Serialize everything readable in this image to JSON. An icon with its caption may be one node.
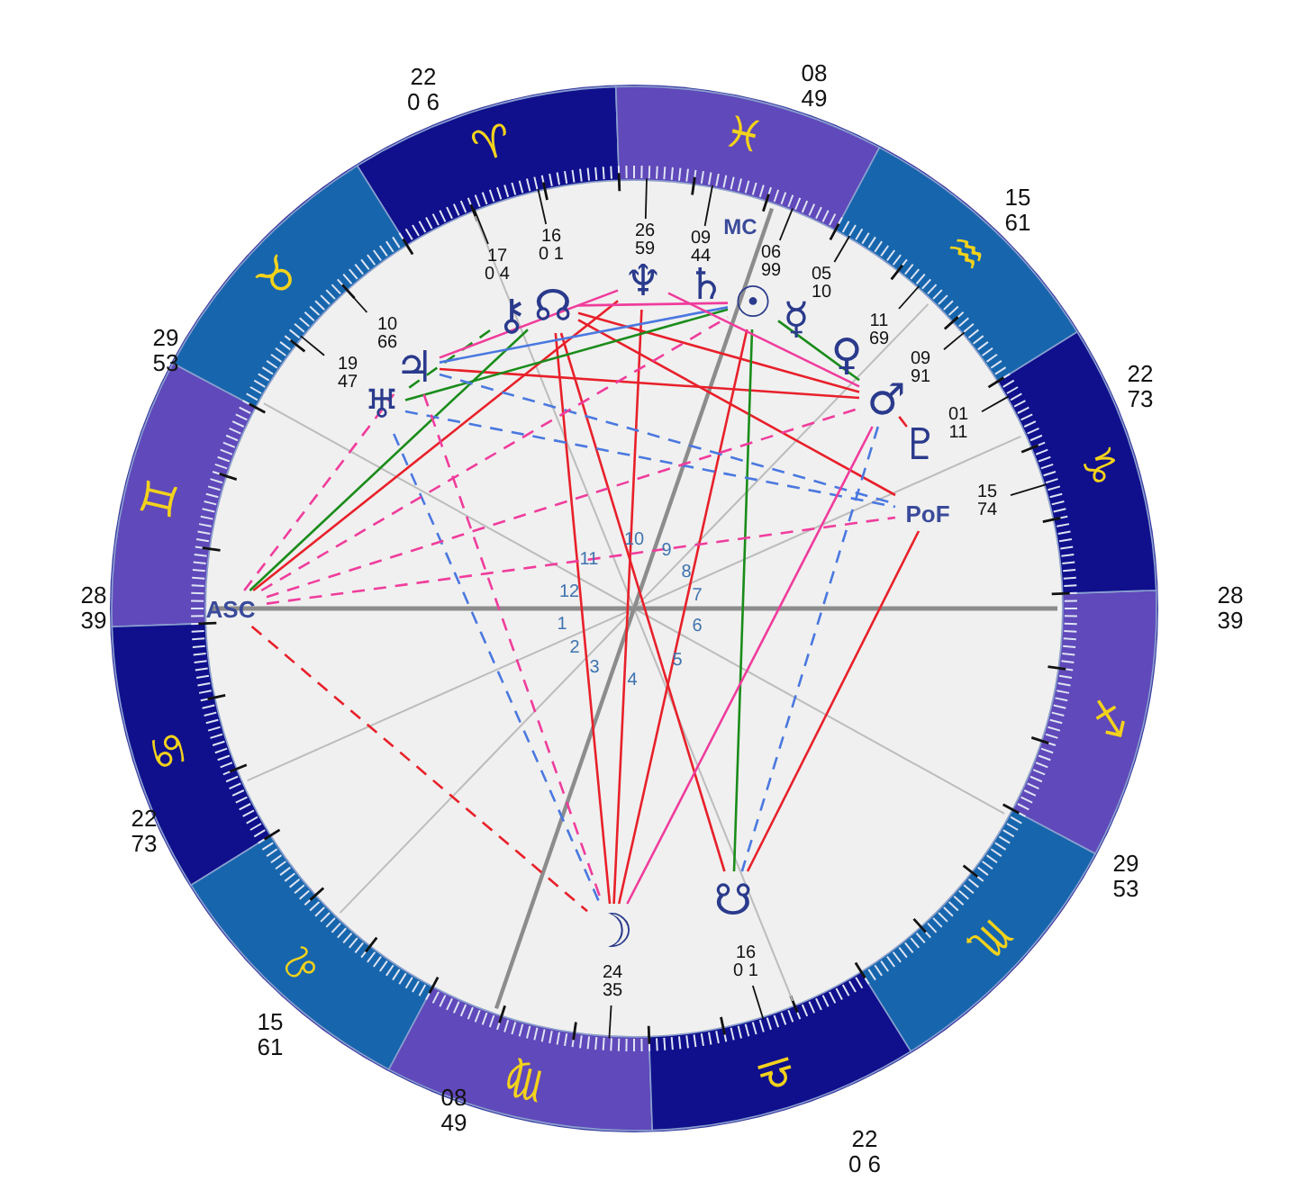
{
  "diagram": {
    "nodes": [
      {
        "text": [
          "ASC"
        ]
      },
      {
        "text": [
          "MC"
        ]
      },
      {
        "text": [
          "☉"
        ]
      },
      {
        "text": [
          "☽"
        ]
      },
      {
        "text": [
          "☿"
        ]
      },
      {
        "text": [
          "♀"
        ]
      },
      {
        "text": [
          "♂"
        ]
      },
      {
        "text": [
          "♃"
        ]
      },
      {
        "text": [
          "♄"
        ]
      },
      {
        "text": [
          "♅"
        ]
      },
      {
        "text": [
          "♆"
        ]
      },
      {
        "text": [
          "♇"
        ]
      },
      {
        "text": [
          "☊"
        ]
      },
      {
        "text": [
          "☋"
        ]
      },
      {
        "text": [
          "⚷"
        ]
      },
      {
        "text": [
          "PoF"
        ]
      },
      {
        "text": [
          "♈"
        ]
      },
      {
        "text": [
          "♉"
        ]
      },
      {
        "text": [
          "♊"
        ]
      },
      {
        "text": [
          "♋"
        ]
      },
      {
        "text": [
          "♌"
        ]
      },
      {
        "text": [
          "♍"
        ]
      },
      {
        "text": [
          "♎"
        ]
      },
      {
        "text": [
          "♏"
        ]
      },
      {
        "text": [
          "♐"
        ]
      },
      {
        "text": [
          "♑"
        ]
      },
      {
        "text": [
          "♒"
        ]
      },
      {
        "text": [
          "♓"
        ]
      },
      {
        "text": [
          "16 0 1"
        ]
      },
      {
        "text": [
          "26 59"
        ]
      },
      {
        "text": [
          "09 44"
        ]
      },
      {
        "text": [
          "17 0 4"
        ]
      },
      {
        "text": [
          "06 99"
        ]
      },
      {
        "text": [
          "05 10"
        ]
      },
      {
        "text": [
          "10 66"
        ]
      },
      {
        "text": [
          "11 69"
        ]
      },
      {
        "text": [
          "19 47"
        ]
      },
      {
        "text": [
          "09 91"
        ]
      },
      {
        "text": [
          "01 11"
        ]
      },
      {
        "text": [
          "15 74"
        ]
      },
      {
        "text": [
          "16 0 1"
        ]
      },
      {
        "text": [
          "24 35"
        ]
      }
    ],
    "edges": [
      {
        "from": 12,
        "to": 3,
        "arrow": "none",
        "color": "#e8202a"
      },
      {
        "from": 12,
        "to": 13,
        "arrow": "none",
        "color": "#e8202a"
      },
      {
        "from": 12,
        "to": 6,
        "arrow": "none",
        "color": "#e8202a"
      },
      {
        "from": 12,
        "to": 15,
        "arrow": "none",
        "color": "#e8202a"
      },
      {
        "from": 7,
        "to": 6,
        "arrow": "none",
        "color": "#e8202a"
      },
      {
        "from": 10,
        "to": 3,
        "arrow": "none",
        "color": "#e8202a"
      },
      {
        "from": 0,
        "to": 10,
        "arrow": "none",
        "color": "#e8202a"
      },
      {
        "from": 15,
        "to": 13,
        "arrow": "none",
        "color": "#e8202a"
      },
      {
        "from": 2,
        "to": 3,
        "arrow": "none",
        "color": "#e8202a"
      },
      {
        "from": 0,
        "to": 3,
        "arrow": "none",
        "style": "dashed",
        "color": "#e8202a"
      },
      {
        "from": 6,
        "to": 11,
        "arrow": "none",
        "style": "dashed",
        "color": "#e8202a"
      },
      {
        "from": 9,
        "to": 2,
        "arrow": "none",
        "color": "#1a8c1a"
      },
      {
        "from": 2,
        "to": 6,
        "arrow": "none",
        "color": "#1a8c1a"
      },
      {
        "from": 2,
        "to": 13,
        "arrow": "none",
        "color": "#1a8c1a"
      },
      {
        "from": 0,
        "to": 12,
        "arrow": "none",
        "color": "#1a8c1a"
      },
      {
        "from": 14,
        "to": 9,
        "arrow": "none",
        "style": "dashed",
        "color": "#1a8c1a"
      },
      {
        "from": 7,
        "to": 2,
        "arrow": "none",
        "color": "#4a78e0"
      },
      {
        "from": 9,
        "to": 15,
        "arrow": "none",
        "style": "dashed",
        "color": "#4a78e0"
      },
      {
        "from": 7,
        "to": 15,
        "arrow": "none",
        "style": "dashed",
        "color": "#4a78e0"
      },
      {
        "from": 9,
        "to": 3,
        "arrow": "none",
        "style": "dashed",
        "color": "#4a78e0"
      },
      {
        "from": 6,
        "to": 13,
        "arrow": "none",
        "style": "dashed",
        "color": "#4a78e0"
      },
      {
        "from": 7,
        "to": 10,
        "arrow": "none",
        "color": "#f03c9c"
      },
      {
        "from": 10,
        "to": 6,
        "arrow": "none",
        "color": "#f03c9c"
      },
      {
        "from": 12,
        "to": 2,
        "arrow": "none",
        "color": "#f03c9c"
      },
      {
        "from": 6,
        "to": 3,
        "arrow": "none",
        "color": "#f03c9c"
      },
      {
        "from": 0,
        "to": 7,
        "arrow": "none",
        "style": "dashed",
        "color": "#f03c9c"
      },
      {
        "from": 0,
        "to": 6,
        "arrow": "none",
        "style": "dashed",
        "color": "#f03c9c"
      },
      {
        "from": 0,
        "to": 15,
        "arrow": "none",
        "style": "dashed",
        "color": "#f03c9c"
      },
      {
        "from": 0,
        "to": 2,
        "arrow": "none",
        "style": "dashed",
        "color": "#f03c9c"
      },
      {
        "from": 7,
        "to": 3,
        "arrow": "none",
        "style": "dashed",
        "color": "#f03c9c"
      },
      {
        "from": 28,
        "to": 16,
        "arrow": "none",
        "color": "#111111"
      },
      {
        "from": 29,
        "to": 27,
        "arrow": "none",
        "color": "#111111"
      },
      {
        "from": 30,
        "to": 27,
        "arrow": "none",
        "color": "#111111"
      },
      {
        "from": 31,
        "to": 16,
        "arrow": "none",
        "color": "#111111"
      },
      {
        "from": 32,
        "to": 27,
        "arrow": "none",
        "color": "#111111"
      },
      {
        "from": 33,
        "to": 26,
        "arrow": "none",
        "color": "#111111"
      },
      {
        "from": 34,
        "to": 17,
        "arrow": "none",
        "color": "#111111"
      },
      {
        "from": 35,
        "to": 26,
        "arrow": "none",
        "color": "#111111"
      },
      {
        "from": 36,
        "to": 17,
        "arrow": "none",
        "color": "#111111"
      },
      {
        "from": 37,
        "to": 26,
        "arrow": "none",
        "color": "#111111"
      },
      {
        "from": 38,
        "to": 25,
        "arrow": "none",
        "color": "#111111"
      },
      {
        "from": 39,
        "to": 25,
        "arrow": "none",
        "color": "#111111"
      },
      {
        "from": 40,
        "to": 22,
        "arrow": "none",
        "color": "#111111"
      },
      {
        "from": 41,
        "to": 21,
        "arrow": "none",
        "color": "#111111"
      }
    ],
    "labels": [
      "22 0 6",
      "08 49",
      "15 61",
      "29 53",
      "22 73",
      "10",
      "9",
      "11",
      "8",
      "28 39",
      "12",
      "1",
      "7",
      "6",
      "28 39",
      "2",
      "5",
      "3",
      "4",
      "22 73",
      "29 53",
      "15 61",
      "08 49",
      "22 0 6"
    ]
  }
}
